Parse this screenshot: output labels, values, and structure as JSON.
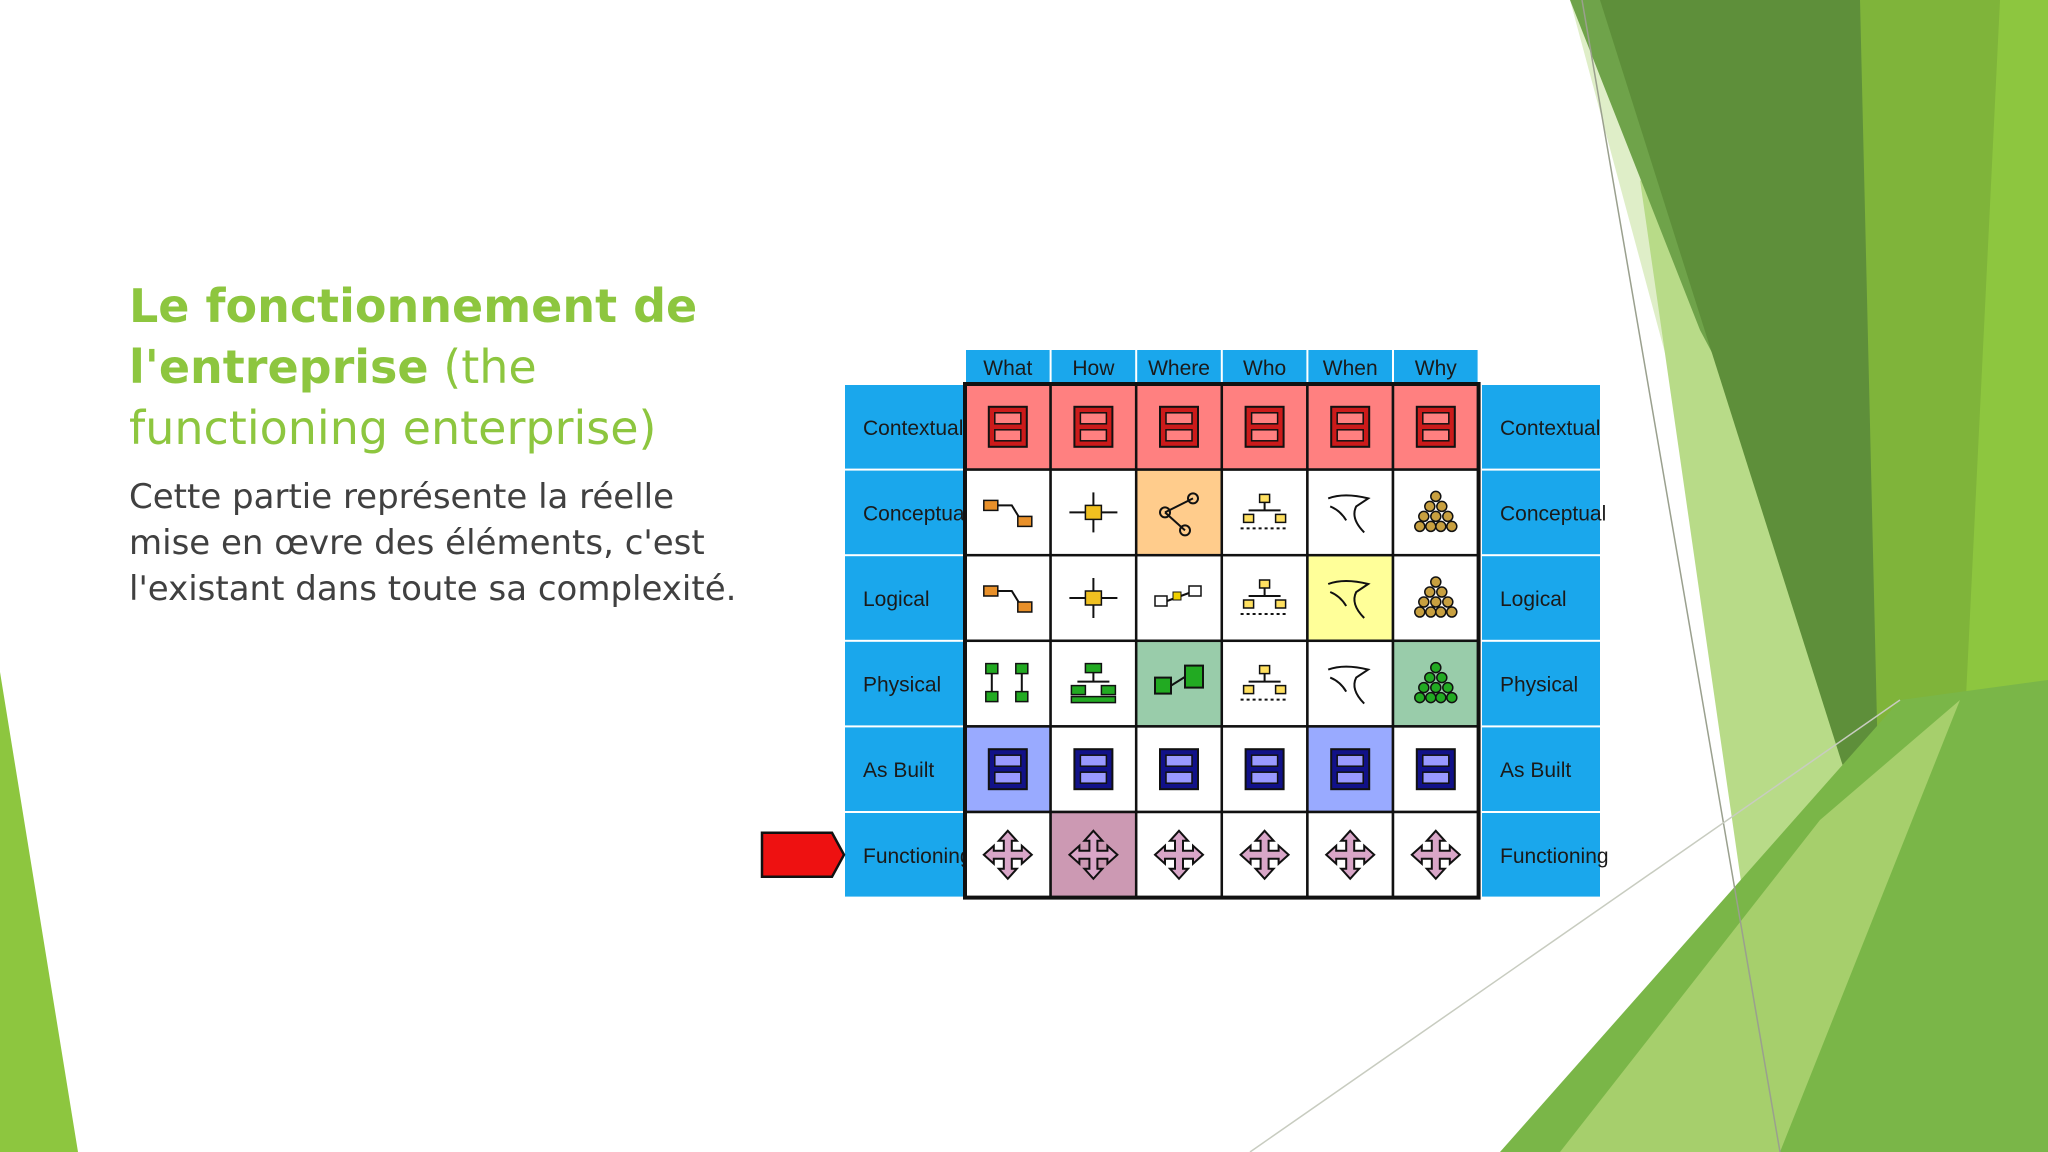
{
  "slide": {
    "title_bold": "Le fonctionnement de l'entreprise",
    "title_regular": " (the functioning enterprise)",
    "body_lines": [
      "Cette partie représente la réelle",
      "mise en œvre des éléments, c'est",
      "l'existant dans toute sa complexité."
    ]
  },
  "diagram": {
    "columns": [
      "What",
      "How",
      "Where",
      "Who",
      "When",
      "Why"
    ],
    "rows": [
      "Contextual",
      "Conceptual",
      "Logical",
      "Physical",
      "As Built",
      "Functioning"
    ],
    "row_fills": [
      [
        "#ff8080",
        "#ff8080",
        "#ff8080",
        "#ff8080",
        "#ff8080",
        "#ff8080"
      ],
      [
        "#ffffff",
        "#ffffff",
        "#ffcc8c",
        "#ffffff",
        "#ffffff",
        "#ffffff"
      ],
      [
        "#ffffff",
        "#ffffff",
        "#ffffff",
        "#ffffff",
        "#ffff99",
        "#ffffff"
      ],
      [
        "#ffffff",
        "#ffffff",
        "#99ccaa",
        "#ffffff",
        "#ffffff",
        "#99ccaa"
      ],
      [
        "#99aaff",
        "#ffffff",
        "#ffffff",
        "#ffffff",
        "#99aaff",
        "#ffffff"
      ],
      [
        "#ffffff",
        "#cc99b3",
        "#ffffff",
        "#ffffff",
        "#ffffff",
        "#ffffff"
      ]
    ],
    "row_icons": [
      "film-frame-icon",
      "model-icon",
      "model-icon",
      "model-icon",
      "film-frame-icon",
      "four-arrows-icon"
    ],
    "highlighted_row": "Functioning",
    "colors": {
      "label_blue": "#1aa7ec",
      "pointer_red": "#ee1111",
      "accent_green": "#8dc63f"
    }
  }
}
